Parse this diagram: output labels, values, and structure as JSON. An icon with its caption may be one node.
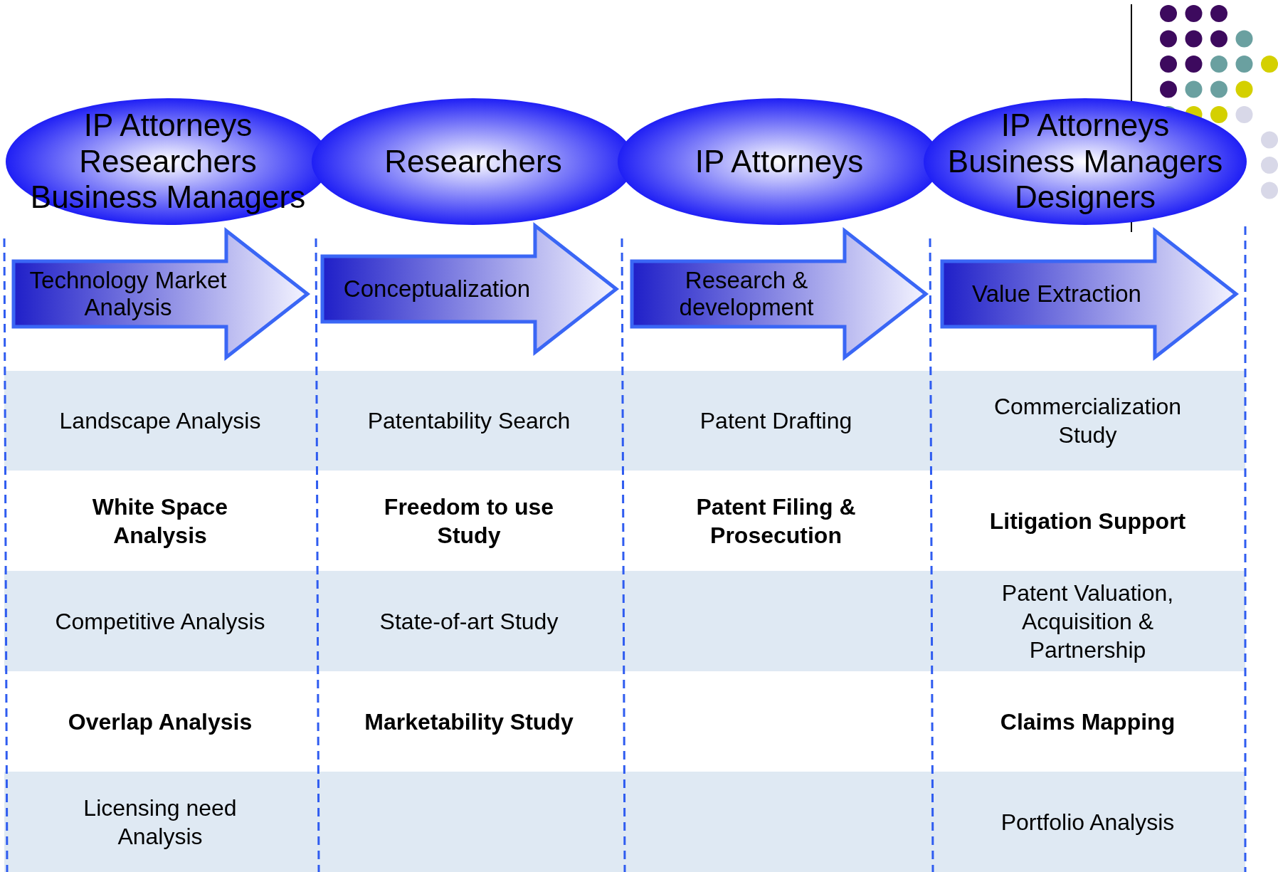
{
  "diagram": {
    "nodes": [
      {
        "text": [
          "IP Attorneys Researchers Business Managers"
        ]
      },
      {
        "text": [
          "Researchers"
        ]
      },
      {
        "text": [
          "IP Attorneys"
        ]
      },
      {
        "text": [
          "IP Attorneys Business Managers Designers"
        ]
      },
      {
        "text": [
          "Technology Market Analysis"
        ]
      },
      {
        "text": [
          "Conceptualization"
        ]
      },
      {
        "text": [
          "Research & development"
        ]
      },
      {
        "text": [
          "Value Extraction"
        ]
      }
    ],
    "labels": [
      "Landscape Analysis",
      "Patentability Search",
      "Patent Drafting",
      "Commercialization Study",
      "White Space Analysis",
      "Freedom to use Study",
      "Patent Filing & Prosecution",
      "Litigation Support",
      "Competitive Analysis",
      "State-of-art Study",
      "Patent Valuation, Acquisition & Partnership",
      "Overlap Analysis",
      "Marketability Study",
      "Claims Mapping",
      "Licensing need Analysis",
      "Portfolio Analysis"
    ]
  }
}
